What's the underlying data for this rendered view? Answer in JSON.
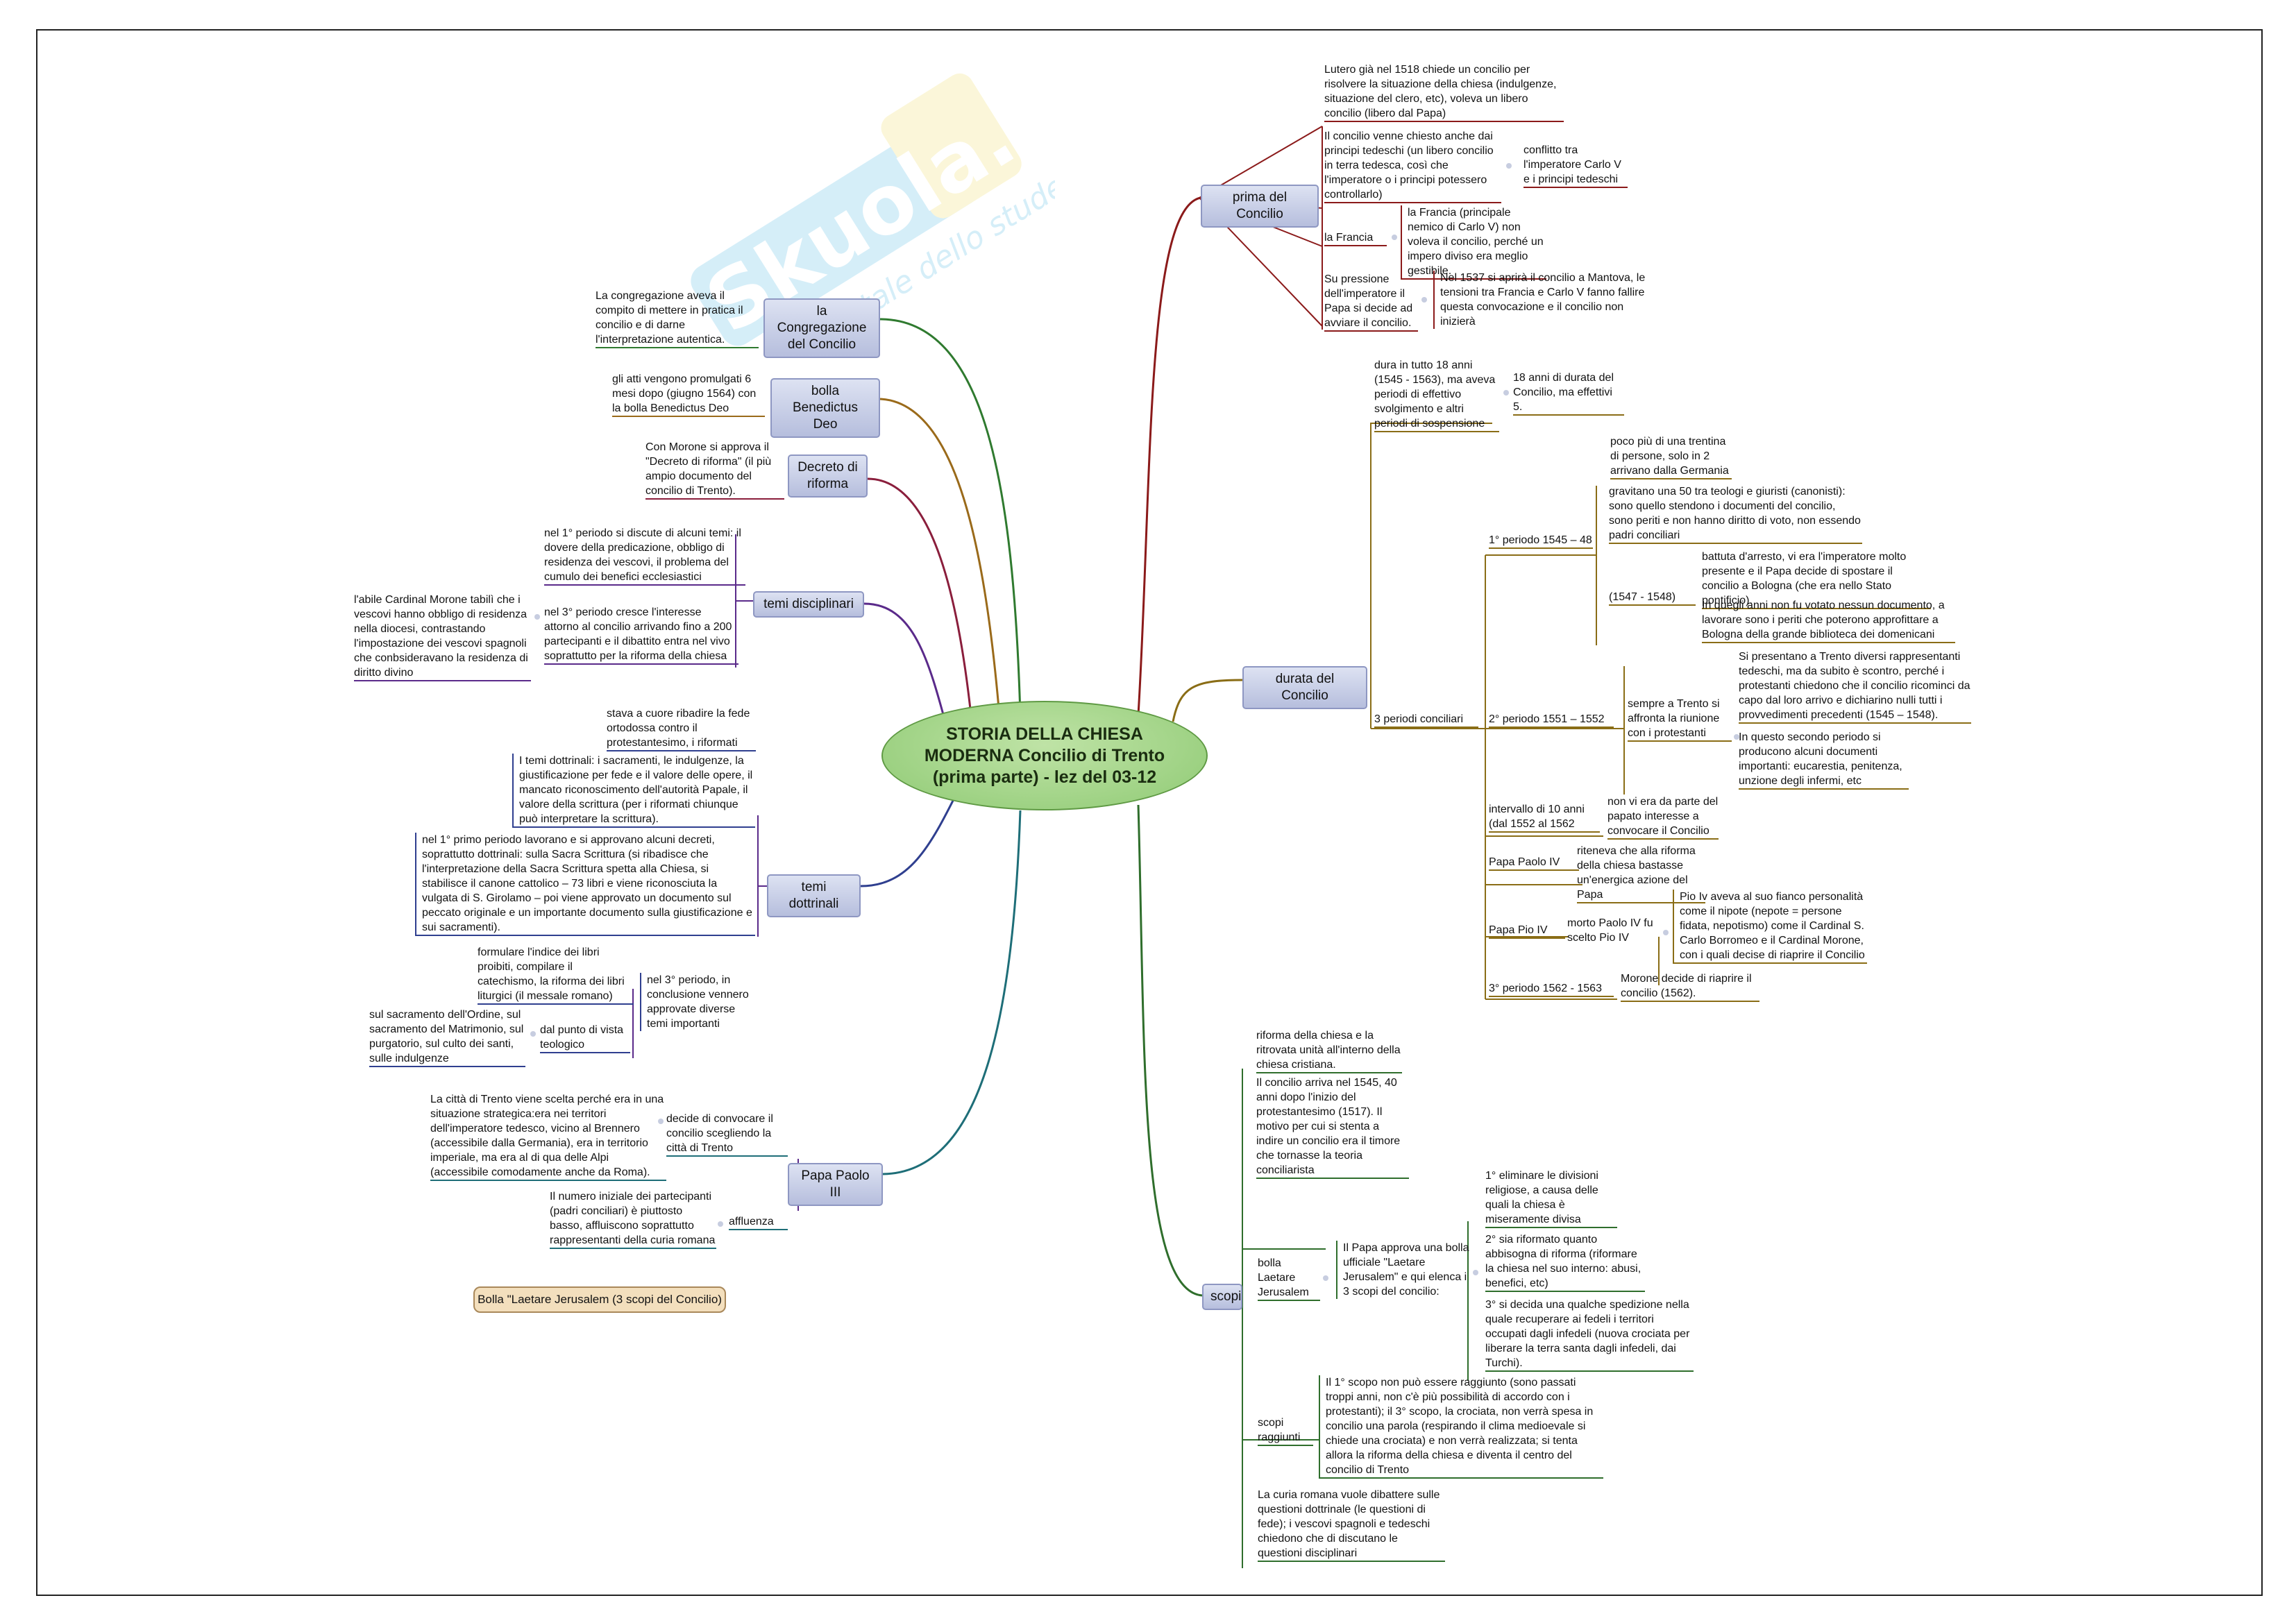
{
  "watermark": {
    "brand": "Skuola.net",
    "tagline": "il portale dello studente"
  },
  "central": {
    "title": "STORIA DELLA CHIESA MODERNA Concilio di Trento (prima parte) - lez del 03-12"
  },
  "topics": {
    "prima": "prima del Concilio",
    "durata": "durata del Concilio",
    "scopi": "scopi",
    "congregazione": "la Congregazione del Concilio",
    "bolla_benedictus": "bolla Benedictus Deo",
    "decreto": "Decreto di riforma",
    "disciplinari": "temi disciplinari",
    "dottrinali": "temi dottrinali",
    "paolo3": "Papa Paolo III",
    "bolla_laetare": "Bolla \"Laetare Jerusalem (3 scopi del Concilio)"
  },
  "prima": {
    "lutero": "Lutero già nel 1518 chiede un concilio per risolvere la situazione della chiesa (indulgenze, situazione del clero, etc), voleva un libero concilio (libero dal Papa)",
    "principi": "Il concilio venne chiesto anche dai principi tedeschi (un libero concilio in terra tedesca, così che l'imperatore o i principi potessero controllarlo)",
    "conflitto": "conflitto tra l'imperatore Carlo V e i principi tedeschi",
    "francia_label": "la Francia",
    "francia": "la Francia (principale nemico di Carlo V) non voleva il concilio, perché un impero diviso era meglio gestibile.",
    "pressione": "Su pressione dell'imperatore il Papa si decide ad avviare il concilio.",
    "mantova": "Nel 1537 si aprirà il concilio a Mantova, le tensioni tra Francia e Carlo V fanno fallire questa convocazione e il concilio non inizierà"
  },
  "durata": {
    "diciotto": "dura in tutto 18 anni (1545 - 1563), ma aveva periodi di effettivo svolgimento e altri periodi di sospensione",
    "effettivi": "18 anni di durata del Concilio, ma effettivi 5.",
    "tre_periodi": "3 periodi conciliari",
    "p1": "1° periodo 1545 – 48",
    "p1_trentina": "poco più di una trentina di persone, solo in 2 arrivano dalla Germania",
    "p1_teologi": "gravitano una 50 tra teologi e giuristi (canonisti): sono quello stendono i documenti del concilio, sono periti e non hanno diritto di voto, non essendo padri conciliari",
    "p1_1547": "(1547 - 1548)",
    "p1_arresto": "battuta d'arresto, vi era l'imperatore molto presente e il Papa decide di spostare il concilio a Bologna (che era nello Stato pontificio).",
    "p1_bologna": "In quegli anni non fu votato nessun documento, a lavorare sono i periti che poterono approfittare a Bologna della grande biblioteca dei domenicani",
    "p2": "2° periodo 1551 – 1552",
    "p2_riunione": "sempre a Trento si affronta la riunione con i protestanti",
    "p2_tedeschi": "Si presentano a Trento diversi rappresentanti tedeschi, ma da subito è scontro, perché i protestanti chiedono che il concilio ricominci da capo dal loro arrivo e dichiarino nulli tutti i provvedimenti precedenti (1545 – 1548).",
    "p2_documenti": "In questo secondo periodo si producono alcuni documenti importanti: eucarestia, penitenza, unzione degli infermi, etc",
    "intervallo": "intervallo di 10 anni (dal 1552 al 1562",
    "intervallo_note": "non vi era da parte del papato interesse a convocare il Concilio",
    "paolo4": "Papa Paolo IV",
    "paolo4_note": "riteneva che alla riforma della chiesa bastasse un'energica azione del Papa",
    "pio4": "Papa Pio IV",
    "pio4_scelto": "morto Paolo IV fu scelto Pio IV",
    "pio4_note": "Pio Iv aveva al suo fianco personalità come il nipote (nepote = persone fidata, nepotismo) come il Cardinal S. Carlo Borromeo e il Cardinal Morone, con i quali decise di riaprire il Concilio",
    "p3": "3° periodo 1562 - 1563",
    "p3_note": "Morone decide di riaprire il concilio (1562)."
  },
  "scopi": {
    "riforma": "riforma della chiesa e la ritrovata unità all'interno della chiesa cristiana.",
    "arriva": "Il concilio arriva nel 1545, 40 anni dopo l'inizio del protestantesimo (1517). Il motivo per cui si stenta a indire un concilio era il timore che tornasse la teoria conciliarista",
    "bolla_label": "bolla Laetare Jerusalem",
    "bolla_note": "Il Papa approva una bolla ufficiale \"Laetare Jerusalem\" e qui elenca i 3 scopi del concilio:",
    "s1": "1° eliminare le divisioni religiose, a causa delle quali la chiesa è miseramente divisa",
    "s2": "2° sia riformato quanto abbisogna di riforma (riformare la chiesa nel suo interno: abusi, benefici, etc)",
    "s3": "3° si decida una qualche spedizione nella quale recuperare ai fedeli i territori occupati dagli infedeli (nuova crociata per liberare la terra santa dagli infedeli, dai Turchi).",
    "raggiunti_label": "scopi raggiunti",
    "raggiunti": "Il 1° scopo non può essere raggiunto (sono passati troppi anni, non c'è più possibilità di accordo con i protestanti); il 3° scopo, la crociata, non verrà spesa in concilio una parola (respirando il clima medioevale si chiede una crociata) e non verrà realizzata; si tenta allora la riforma della chiesa e diventa il centro del concilio di Trento",
    "curia": "La curia romana vuole dibattere sulle questioni dottrinale (le questioni di fede); i vescovi spagnoli e tedeschi chiedono che di discutano le questioni disciplinari"
  },
  "left": {
    "congregazione": "La congregazione aveva il compito di mettere in pratica il concilio e di darne l'interpretazione autentica.",
    "bolla": "gli atti vengono promulgati 6 mesi dopo (giugno 1564) con la bolla Benedictus Deo",
    "decreto": "Con Morone si approva il \"Decreto di riforma\" (il più ampio documento del concilio di Trento).",
    "disc1": "nel 1° periodo si discute di alcuni temi: il dovere della predicazione, obbligo di residenza dei vescovi, il problema del cumulo dei benefici ecclesiastici",
    "disc3": "nel 3° periodo cresce l'interesse attorno al concilio arrivando fino a 200 partecipanti e il dibattito entra nel vivo soprattutto per la riforma della chiesa",
    "morone": "l'abile Cardinal Morone tabilì che i vescovi hanno obbligo di residenza nella diocesi, contrastando l'impostazione dei vescovi spagnoli che conbsideravano la residenza di diritto divino",
    "fede": "stava a cuore ribadire la fede ortodossa contro il protestantesimo, i riformati",
    "dottrinali": "I temi dottrinali: i sacramenti, le indulgenze, la giustificazione per fede e il valore delle opere, il mancato riconoscimento dell'autorità Papale, il valore della scrittura (per i riformati chiunque può interpretare la scrittura).",
    "decreti": "nel 1° primo periodo lavorano e si approvano alcuni decreti, soprattutto dottrinali: sulla Sacra Scrittura (si ribadisce che l'interpretazione della Sacra Scrittura spetta alla Chiesa, si stabilisce il canone cattolico – 73 libri e viene riconosciuta la vulgata di S. Girolamo – poi viene approvato un documento sul peccato originale e un importante documento sulla giustificazione e sui sacramenti).",
    "indice": "formulare l'indice dei libri proibiti, compilare il catechismo, la riforma dei libri liturgici (il messale romano)",
    "terzo": "nel 3° periodo, in conclusione vennero approvate diverse temi importanti",
    "sacramento": "sul sacramento dell'Ordine, sul sacramento del Matrimonio, sul purgatorio, sul culto dei santi, sulle indulgenze",
    "teologico": "dal punto di vista teologico",
    "trento": "La città di Trento viene scelta perché era in una situazione strategica:era nei territori dell'imperatore tedesco, vicino al Brennero (accessibile dalla Germania), era in territorio imperiale, ma era al di qua delle Alpi (accessibile comodamente anche da Roma).",
    "decide": "decide di convocare il concilio scegliendo la città di Trento",
    "numero": "Il numero iniziale dei partecipanti (padri conciliari) è piuttosto basso, affluiscono soprattutto rappresentanti della curia romana",
    "affluenza": "affluenza"
  },
  "colors": {
    "prima": "#8b1a1a",
    "durata": "#8a6d16",
    "scopi": "#2f6e2c",
    "congregazione": "#2f7a2f",
    "bolla": "#9a6a1a",
    "decreto": "#8a1e3c",
    "disciplinari": "#5a2a8a",
    "dottrinali": "#2f3f8f",
    "paolo3": "#1e6e78"
  }
}
